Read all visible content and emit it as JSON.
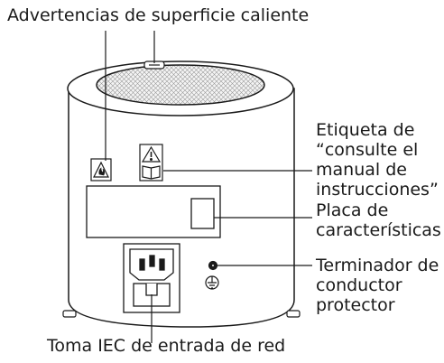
{
  "labels": {
    "hot_surface": "Advertencias de superficie caliente",
    "manual_l1": "Etiqueta de",
    "manual_l2": "“consulte el",
    "manual_l3": "manual de",
    "manual_l4": "instrucciones”",
    "rating_l1": "Placa de",
    "rating_l2": "características",
    "terminal_l1": "Terminador de",
    "terminal_l2": "conductor",
    "terminal_l3": "protector",
    "inlet": "Toma IEC de entrada de red"
  },
  "colors": {
    "stroke": "#1a1a1a",
    "mesh": "#c8c8c8",
    "background": "#ffffff"
  }
}
